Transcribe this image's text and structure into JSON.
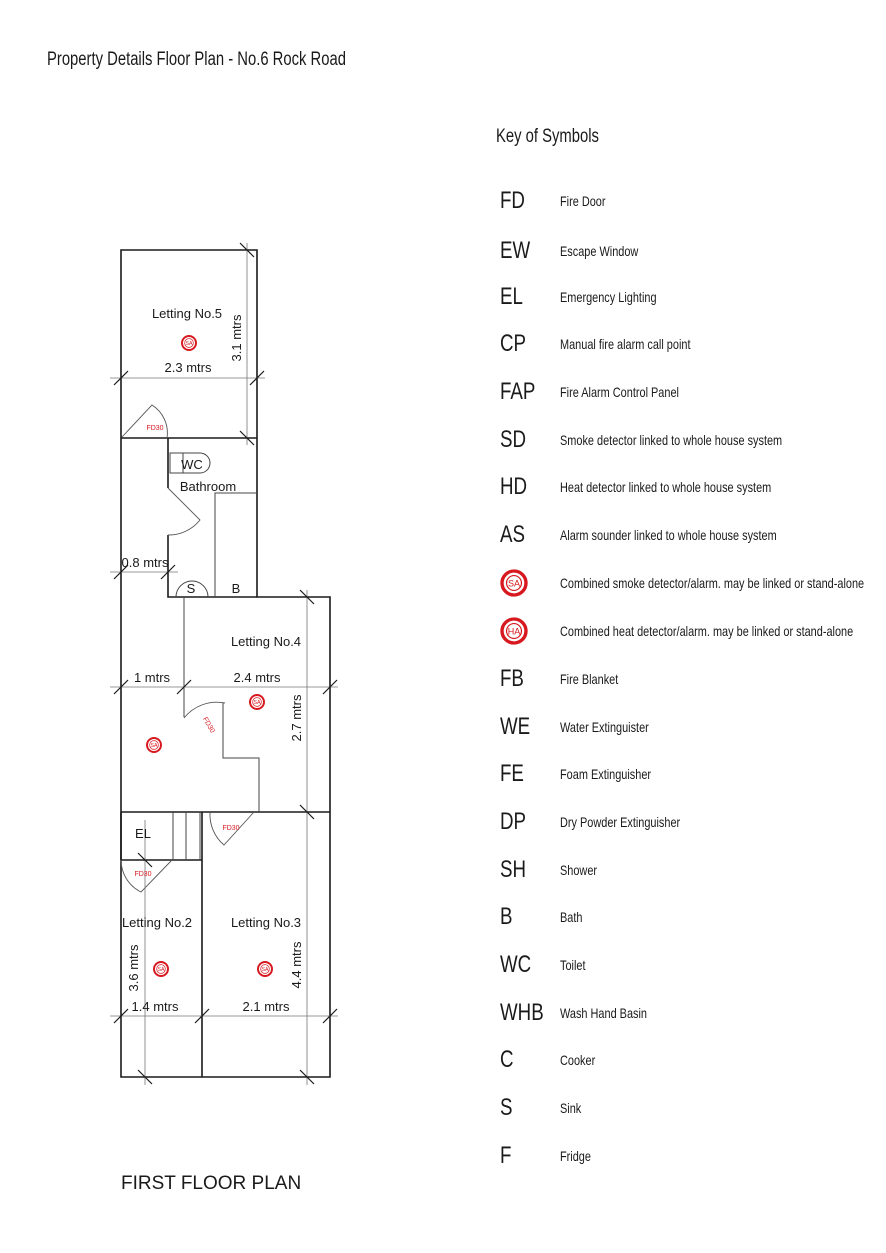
{
  "title": "Property Details Floor Plan - No.6 Rock Road",
  "floor_label": "FIRST FLOOR PLAN",
  "colors": {
    "line": "#1a1a1a",
    "alarm_red": "#d7191f",
    "dim_line": "#666666"
  },
  "plan": {
    "rooms": {
      "letting5": "Letting No.5",
      "letting4": "Letting No.4",
      "letting2": "Letting No.2",
      "letting3": "Letting No.3",
      "bathroom": "Bathroom"
    },
    "fixtures": {
      "wc": "WC",
      "sink": "S",
      "bath": "B",
      "el": "EL"
    },
    "doors": [
      "FD30",
      "FD30",
      "FD30",
      "FD30"
    ],
    "alarm_label": "SA",
    "dimensions": {
      "l5_width": "2.3 mtrs",
      "l5_depth": "3.1 mtrs",
      "corridor": "0.8 mtrs",
      "landing": "1 mtrs",
      "l4_width": "2.4 mtrs",
      "l4_depth": "2.7 mtrs",
      "l2_width": "1.4 mtrs",
      "l2_depth": "3.6 mtrs",
      "l3_width": "2.1 mtrs",
      "l3_depth": "4.4 mtrs"
    }
  },
  "key": {
    "title": "Key of Symbols",
    "items": [
      {
        "symbol": "FD",
        "desc": "Fire Door"
      },
      {
        "symbol": "EW",
        "desc": "Escape Window"
      },
      {
        "symbol": "EL",
        "desc": "Emergency Lighting"
      },
      {
        "symbol": "CP",
        "desc": "Manual fire alarm call point"
      },
      {
        "symbol": "FAP",
        "desc": "Fire Alarm Control Panel"
      },
      {
        "symbol": "SD",
        "desc": "Smoke detector linked to whole house system"
      },
      {
        "symbol": "HD",
        "desc": "Heat detector linked to whole house system"
      },
      {
        "symbol": "AS",
        "desc": "Alarm sounder linked to whole house system"
      },
      {
        "symbol": "SA",
        "desc": "Combined smoke detector/alarm. may be linked or stand-alone",
        "icon": true
      },
      {
        "symbol": "HA",
        "desc": "Combined heat detector/alarm. may be linked or stand-alone",
        "icon": true
      },
      {
        "symbol": "FB",
        "desc": "Fire Blanket"
      },
      {
        "symbol": "WE",
        "desc": "Water Extinguister"
      },
      {
        "symbol": "FE",
        "desc": "Foam Extinguisher"
      },
      {
        "symbol": "DP",
        "desc": "Dry Powder Extinguisher"
      },
      {
        "symbol": "SH",
        "desc": "Shower"
      },
      {
        "symbol": "B",
        "desc": "Bath"
      },
      {
        "symbol": "WC",
        "desc": "Toilet"
      },
      {
        "symbol": "WHB",
        "desc": "Wash Hand Basin"
      },
      {
        "symbol": "C",
        "desc": "Cooker"
      },
      {
        "symbol": "S",
        "desc": "Sink"
      },
      {
        "symbol": "F",
        "desc": "Fridge"
      }
    ]
  }
}
